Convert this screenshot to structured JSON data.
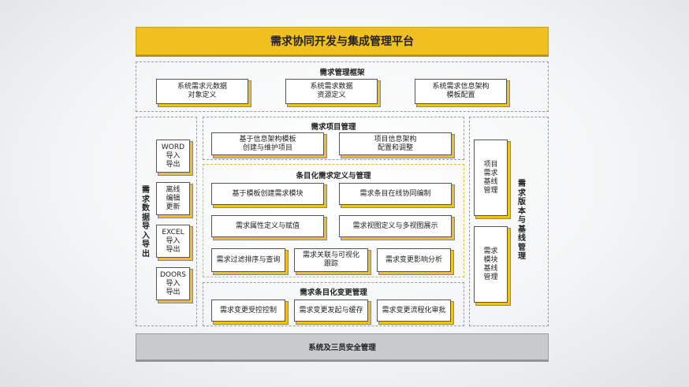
{
  "platform_title": "需求协同开发与集成管理平台",
  "framework": {
    "title": "需求管理框架",
    "items": [
      "系统需求元数据\n对象定义",
      "系统需求数据\n资源定义",
      "系统需求信息架构\n模板配置"
    ]
  },
  "import_export": {
    "title": "需求数据导入导出",
    "items": [
      "WORD\n导入\n导出",
      "离线\n编辑\n更新",
      "EXCEL\n导入\n导出",
      "DOORS\n导入\n导出"
    ]
  },
  "project_mgmt": {
    "title": "需求项目管理",
    "items": [
      "基于信息架构模板\n创建与维护项目",
      "项目信息架构\n配置和调整"
    ]
  },
  "itemized": {
    "title": "条目化需求定义与管理",
    "items": [
      "基于模板创建需求模块",
      "需求条目在线协同编制",
      "需求属性定义与赋值",
      "需求视图定义与多视图展示",
      "需求过滤排序与查询",
      "需求关联与可视化\n跟踪",
      "需求变更影响分析"
    ]
  },
  "change_mgmt": {
    "title": "需求条目化变更管理",
    "items": [
      "需求变更受控控制",
      "需求变更发起与缓存",
      "需求变更流程化审批"
    ]
  },
  "baseline": {
    "title": "需求版本与基线管理",
    "items": [
      "项目\n需求\n基线\n管理",
      "需求\n模块\n基线\n管理"
    ]
  },
  "security": "系统及三员安全管理"
}
